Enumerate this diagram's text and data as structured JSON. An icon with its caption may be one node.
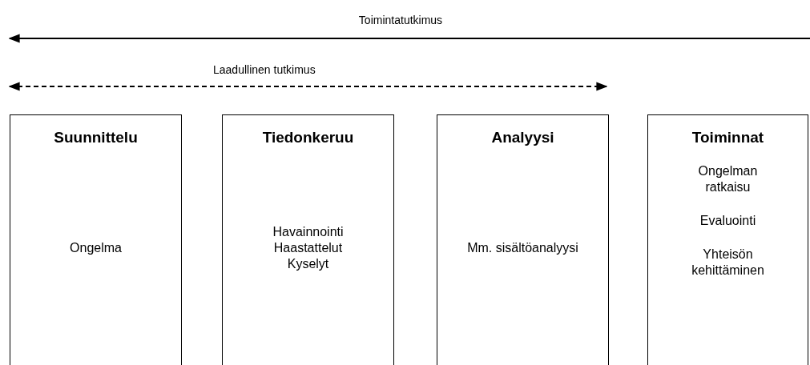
{
  "diagram": {
    "nodes": [
      {
        "text": [
          "Suunnittelu",
          "Ongelma"
        ]
      },
      {
        "text": [
          "Tiedonkeruu",
          "Havainnointi",
          "Haastattelut",
          "Kyselyt"
        ]
      },
      {
        "text": [
          "Analyysi",
          "Mm. sisältöanalyysi"
        ]
      },
      {
        "text": [
          "Toiminnat",
          "Ongelman ratkaisu",
          "Evaluointi",
          "Yhteisön kehittäminen"
        ]
      }
    ],
    "edges": [],
    "labels": [
      "Toimintatutkimus",
      "Laadullinen tutkimus"
    ]
  }
}
